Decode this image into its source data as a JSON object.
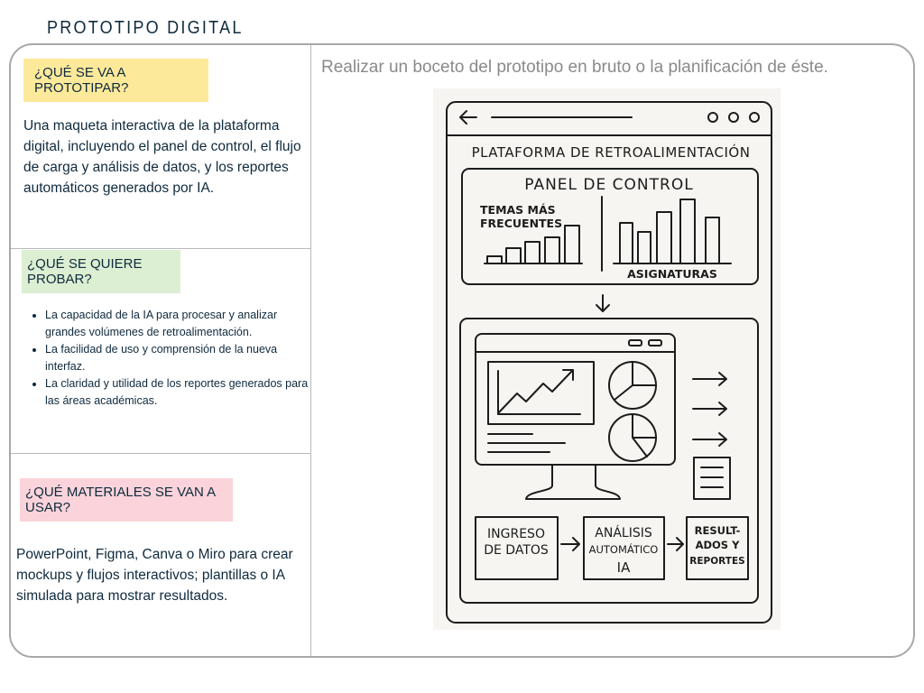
{
  "title": "PROTOTIPO DIGITAL",
  "left": {
    "sections": [
      {
        "label": "¿QUÉ SE VA A PROTOTIPAR?",
        "color": "#fde99a",
        "body": "Una maqueta interactiva de la plataforma digital, incluyendo el panel de control, el flujo de carga y análisis de datos, y los reportes automáticos generados por IA."
      },
      {
        "label": "¿QUÉ SE QUIERE PROBAR?",
        "color": "#dcefd2",
        "bullets": [
          "La capacidad de la IA para procesar y analizar grandes volúmenes de retroalimentación.",
          "La facilidad de uso y comprensión de la nueva interfaz.",
          "La claridad y utilidad de los reportes generados para las áreas académicas."
        ]
      },
      {
        "label": "¿QUÉ MATERIALES SE VAN A USAR?",
        "color": "#fad4da",
        "body": "PowerPoint, Figma, Canva o Miro para crear mockups y flujos interactivos; plantillas o IA simulada para mostrar resultados."
      }
    ]
  },
  "right": {
    "heading": "Realizar un boceto del prototipo en bruto o la planificación de éste.",
    "sketch": {
      "platform_title": "PLATAFORMA DE RETROALIMENTACIÓN",
      "panel_title": "PANEL DE CONTROL",
      "topics_label_1": "TEMAS MÁS",
      "topics_label_2": "FRECUENTES",
      "subjects_label": "ASIGNATURAS",
      "flow": [
        {
          "lines": [
            "INGRESO",
            "DE DATOS"
          ]
        },
        {
          "lines": [
            "ANÁLISIS",
            "AUTOMÁTICO",
            "IA"
          ]
        },
        {
          "lines": [
            "RESULT-",
            "ADOS Y",
            "REPORTES"
          ]
        }
      ]
    }
  }
}
